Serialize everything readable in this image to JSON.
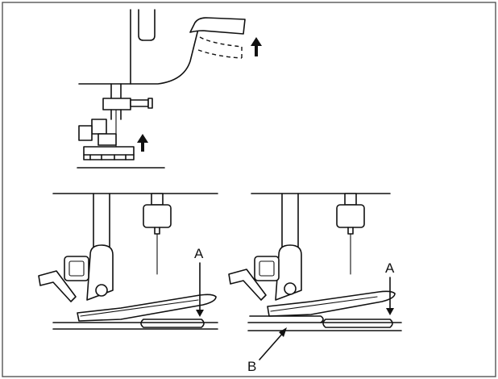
{
  "labels": {
    "a_left": "A",
    "a_right": "A",
    "b": "B"
  },
  "colors": {
    "line": "#111111",
    "frame": "#555555",
    "background": "#ffffff"
  }
}
